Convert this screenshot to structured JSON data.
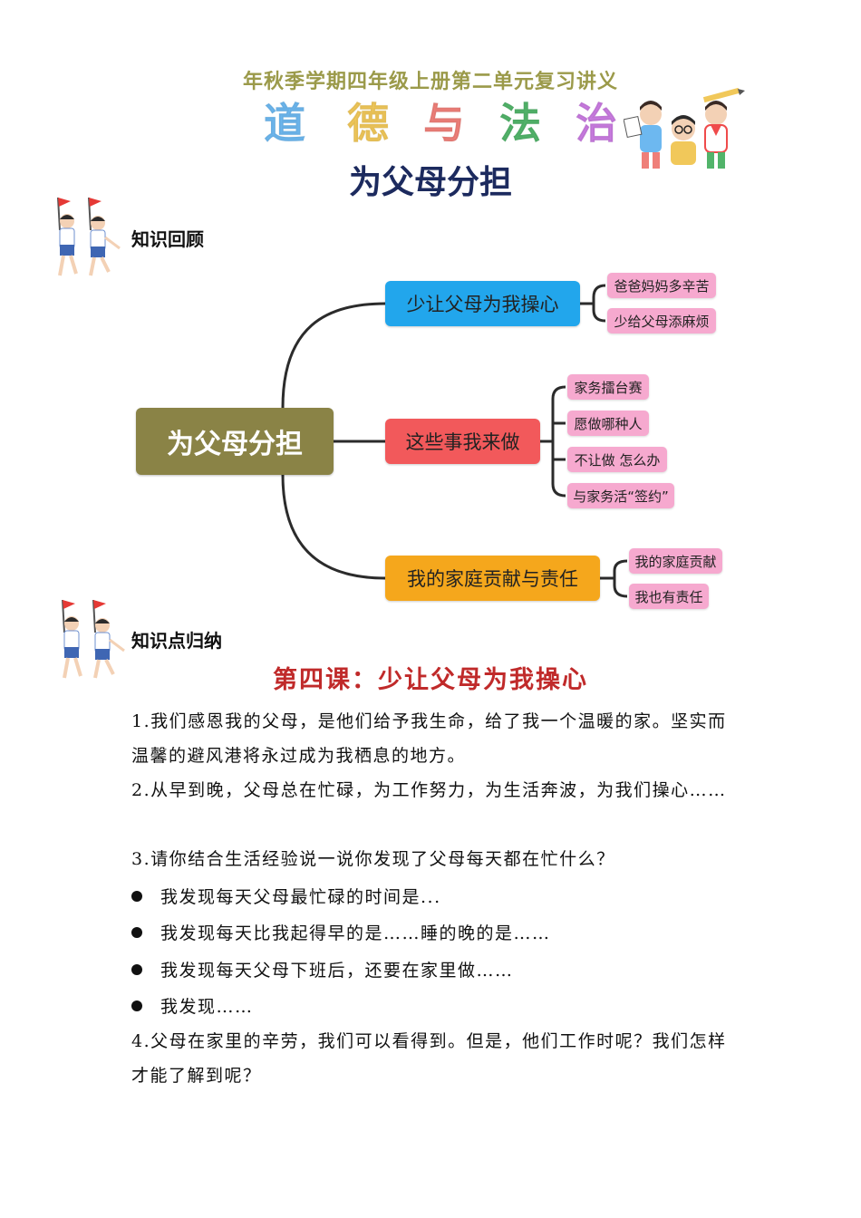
{
  "header": {
    "subtitle": "年秋季学期四年级上册第二单元复习讲义",
    "subject_chars": [
      {
        "char": "道",
        "color": "#6db8f0"
      },
      {
        "char": "德",
        "color": "#f1c85a"
      },
      {
        "char": "与",
        "color": "#ef7f79"
      },
      {
        "char": "法",
        "color": "#52b46a"
      },
      {
        "char": "治",
        "color": "#c97be0"
      }
    ],
    "title": "为父母分担"
  },
  "sections": {
    "review_title": "知识回顾",
    "summary_title": "知识点归纳"
  },
  "mindmap": {
    "root": "为父母分担",
    "branches": [
      {
        "label": "少让父母为我操心",
        "color": "#22a6ec",
        "leaves": [
          "爸爸妈妈多辛苦",
          "少给父母添麻烦"
        ]
      },
      {
        "label": "这些事我来做",
        "color": "#f2595b",
        "leaves": [
          "家务擂台赛",
          "愿做哪种人",
          "不让做 怎么办",
          "与家务活“签约”"
        ]
      },
      {
        "label": "我的家庭贡献与责任",
        "color": "#f5a71c",
        "leaves": [
          "我的家庭贡献",
          "我也有责任"
        ]
      }
    ],
    "line_color": "#2b2b2b",
    "leaf_color": "#f6a9cf",
    "root_color": "#8a8346"
  },
  "lesson": {
    "title": "第四课：少让父母为我操心",
    "p1": "1.我们感恩我的父母，是他们给予我生命，给了我一个温暖的家。坚实而温馨的避风港将永过成为我栖息的地方。",
    "p2": "2.从早到晚，父母总在忙碌，为工作努力，为生活奔波，为我们操心……",
    "p3": "3.请你结合生活经验说一说你发现了父母每天都在忙什么？",
    "bullets": [
      "我发现每天父母最忙碌的时间是...",
      "我发现每天比我起得早的是……睡的晚的是……",
      "我发现每天父母下班后，还要在家里做……",
      "我发现……"
    ],
    "p4": "4.父母在家里的辛劳，我们可以看得到。但是，他们工作时呢？我们怎样才能了解到呢？"
  }
}
